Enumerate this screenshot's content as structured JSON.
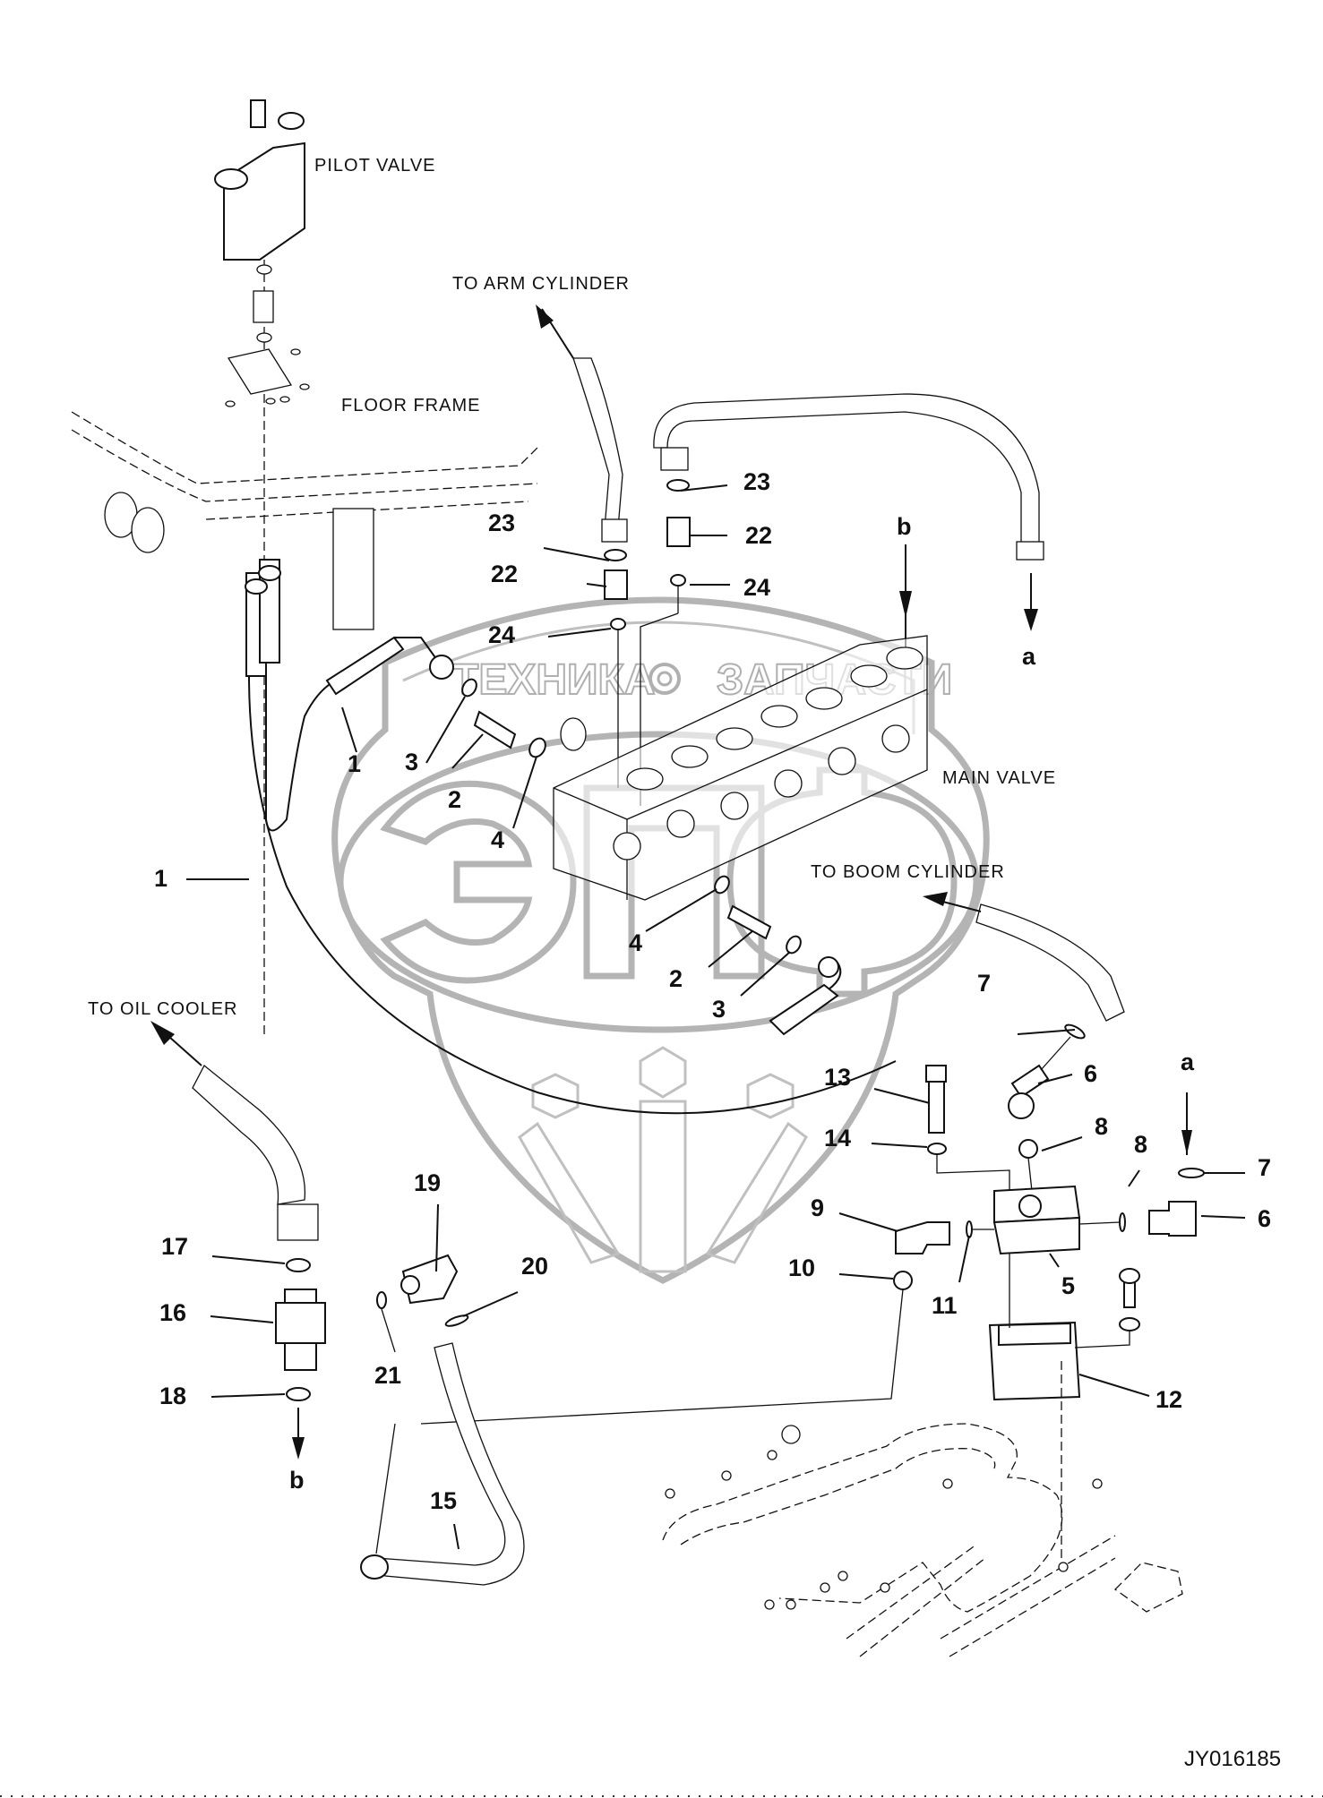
{
  "diagram": {
    "title_code": "JY016185",
    "watermark": {
      "text_left": "ТЕХНИКА",
      "text_right": "ЗАПЧАСТИ",
      "logo_letters": "ЭПФ",
      "color": "#b4b4b4"
    },
    "captions": {
      "pilot_valve": "PILOT VALVE",
      "floor_frame": "FLOOR FRAME",
      "to_arm_cylinder": "TO ARM CYLINDER",
      "main_valve": "MAIN VALVE",
      "to_boom_cylinder": "TO BOOM CYLINDER",
      "to_oil_cooler": "TO OIL COOLER"
    },
    "references": {
      "a_top": "a",
      "b_top": "b",
      "a_right": "a",
      "b_bottom": "b"
    },
    "part_callouts": [
      {
        "id": "c1a",
        "label": "1"
      },
      {
        "id": "c1b",
        "label": "1"
      },
      {
        "id": "c2a",
        "label": "2"
      },
      {
        "id": "c2b",
        "label": "2"
      },
      {
        "id": "c3a",
        "label": "3"
      },
      {
        "id": "c3b",
        "label": "3"
      },
      {
        "id": "c4a",
        "label": "4"
      },
      {
        "id": "c4b",
        "label": "4"
      },
      {
        "id": "c5",
        "label": "5"
      },
      {
        "id": "c6a",
        "label": "6"
      },
      {
        "id": "c6b",
        "label": "6"
      },
      {
        "id": "c7a",
        "label": "7"
      },
      {
        "id": "c7b",
        "label": "7"
      },
      {
        "id": "c8a",
        "label": "8"
      },
      {
        "id": "c8b",
        "label": "8"
      },
      {
        "id": "c9",
        "label": "9"
      },
      {
        "id": "c10",
        "label": "10"
      },
      {
        "id": "c11",
        "label": "11"
      },
      {
        "id": "c12",
        "label": "12"
      },
      {
        "id": "c13",
        "label": "13"
      },
      {
        "id": "c14",
        "label": "14"
      },
      {
        "id": "c15",
        "label": "15"
      },
      {
        "id": "c16",
        "label": "16"
      },
      {
        "id": "c17",
        "label": "17"
      },
      {
        "id": "c18",
        "label": "18"
      },
      {
        "id": "c19",
        "label": "19"
      },
      {
        "id": "c20",
        "label": "20"
      },
      {
        "id": "c21",
        "label": "21"
      },
      {
        "id": "c22a",
        "label": "22"
      },
      {
        "id": "c22b",
        "label": "22"
      },
      {
        "id": "c23a",
        "label": "23"
      },
      {
        "id": "c23b",
        "label": "23"
      },
      {
        "id": "c24a",
        "label": "24"
      },
      {
        "id": "c24b",
        "label": "24"
      }
    ]
  }
}
